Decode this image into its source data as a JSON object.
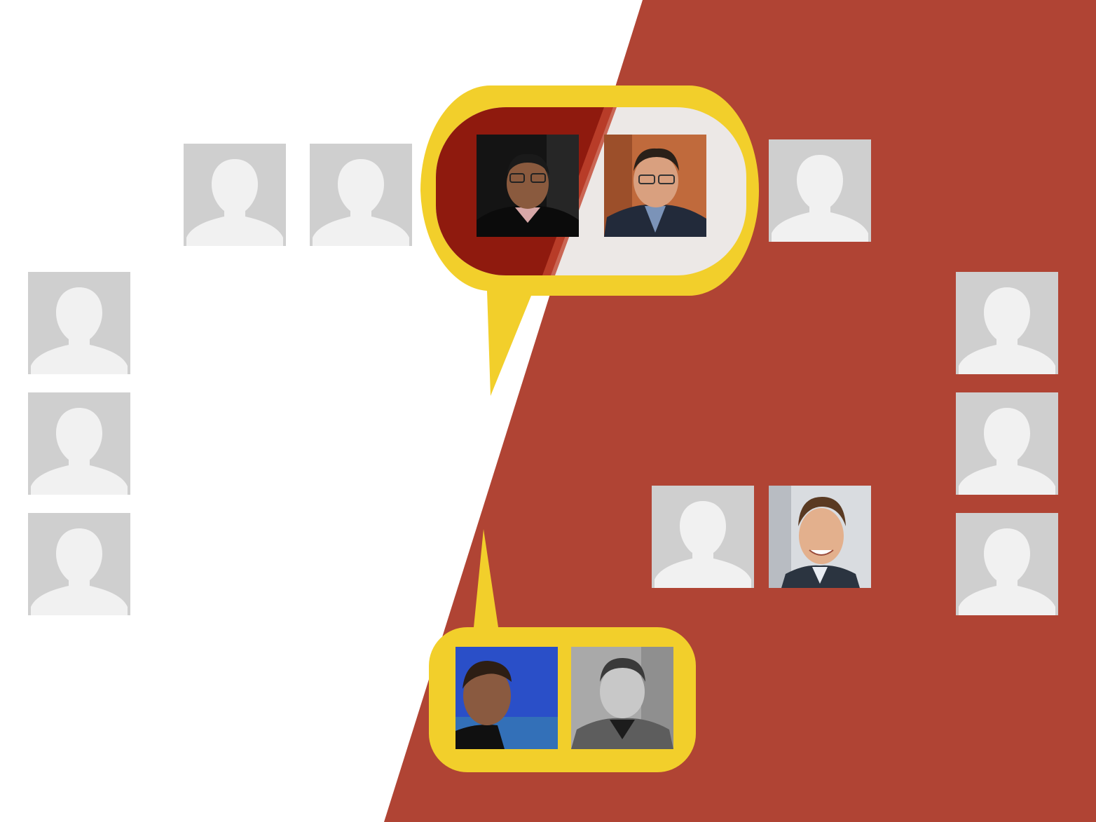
{
  "colors": {
    "background_left": "#ffffff",
    "background_right": "#b04434",
    "highlight_yellow": "#f2cf2b",
    "placeholder_gray": "#cfcfcf",
    "placeholder_silhouette": "#f1f1f1",
    "bubble_inner_dark_red": "#8f1a0e"
  },
  "placeholders": [
    {
      "icon": "default-user-silhouette"
    },
    {
      "icon": "default-user-silhouette"
    },
    {
      "icon": "default-user-silhouette"
    },
    {
      "icon": "default-user-silhouette"
    },
    {
      "icon": "default-user-silhouette"
    },
    {
      "icon": "default-user-silhouette"
    },
    {
      "icon": "default-user-silhouette"
    },
    {
      "icon": "default-user-silhouette"
    },
    {
      "icon": "default-user-silhouette"
    },
    {
      "icon": "default-user-silhouette"
    }
  ],
  "photos": [
    {
      "icon": "portrait-man-glasses-dark-background"
    },
    {
      "icon": "portrait-man-glasses-orange-background"
    },
    {
      "icon": "portrait-man-smiling-office-background"
    },
    {
      "icon": "portrait-man-seaside-blue-sky"
    },
    {
      "icon": "portrait-man-black-and-white"
    }
  ],
  "callouts": [
    {
      "icon": "speech-bubble-top"
    },
    {
      "icon": "speech-bubble-bottom"
    }
  ]
}
